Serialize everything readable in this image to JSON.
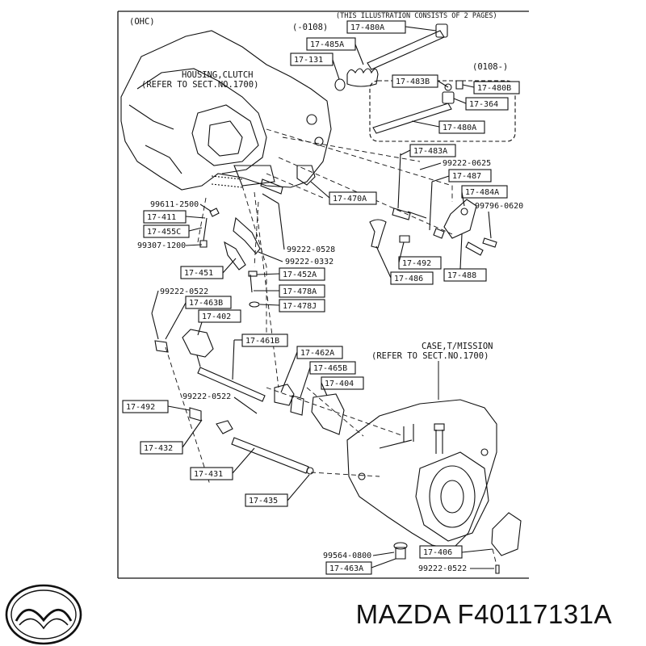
{
  "header": {
    "engine_tag": "(OHC)",
    "pages_note": "(THIS ILLUSTRATION CONSISTS OF  2 PAGES)"
  },
  "callouts": {
    "housing_title": "HOUSING,CLUTCH",
    "housing_ref": "(REFER TO SECT.NO.1700)",
    "case_title": "CASE,T/MISSION",
    "case_ref": "(REFER TO SECT.NO.1700)",
    "serial_before": "(-0108)",
    "serial_after": "(0108-)"
  },
  "parts": {
    "p_17_480A_top": "17-480A",
    "p_17_485A": "17-485A",
    "p_17_131": "17-131",
    "p_17_483B": "17-483B",
    "p_17_480B": "17-480B",
    "p_17_364": "17-364",
    "p_17_480A_mid": "17-480A",
    "p_17_483A": "17-483A",
    "p_99222_0625": "99222-0625",
    "p_17_487": "17-487",
    "p_17_484A": "17-484A",
    "p_99796_0620": "99796-0620",
    "p_17_470A": "17-470A",
    "p_99611_2500": "99611-2500",
    "p_17_411": "17-411",
    "p_17_455C": "17-455C",
    "p_99307_1200": "99307-1200",
    "p_99222_0528": "99222-0528",
    "p_99222_0332": "99222-0332",
    "p_17_451": "17-451",
    "p_17_452A": "17-452A",
    "p_17_492_right": "17-492",
    "p_17_486": "17-486",
    "p_17_488": "17-488",
    "p_99222_0522_a": "99222-0522",
    "p_17_463B": "17-463B",
    "p_17_478A": "17-478A",
    "p_17_402": "17-402",
    "p_17_478J": "17-478J",
    "p_17_461B": "17-461B",
    "p_17_462A": "17-462A",
    "p_17_465B": "17-465B",
    "p_17_404": "17-404",
    "p_99222_0522_b": "99222-0522",
    "p_17_492_left": "17-492",
    "p_17_432": "17-432",
    "p_17_431": "17-431",
    "p_17_435": "17-435",
    "p_99564_0800": "99564-0800",
    "p_17_406": "17-406",
    "p_17_463A": "17-463A",
    "p_99222_0522_c": "99222-0522"
  },
  "brand": {
    "name": "MAZDA F40117131A",
    "logo_icon": "mazda-logo-icon"
  }
}
